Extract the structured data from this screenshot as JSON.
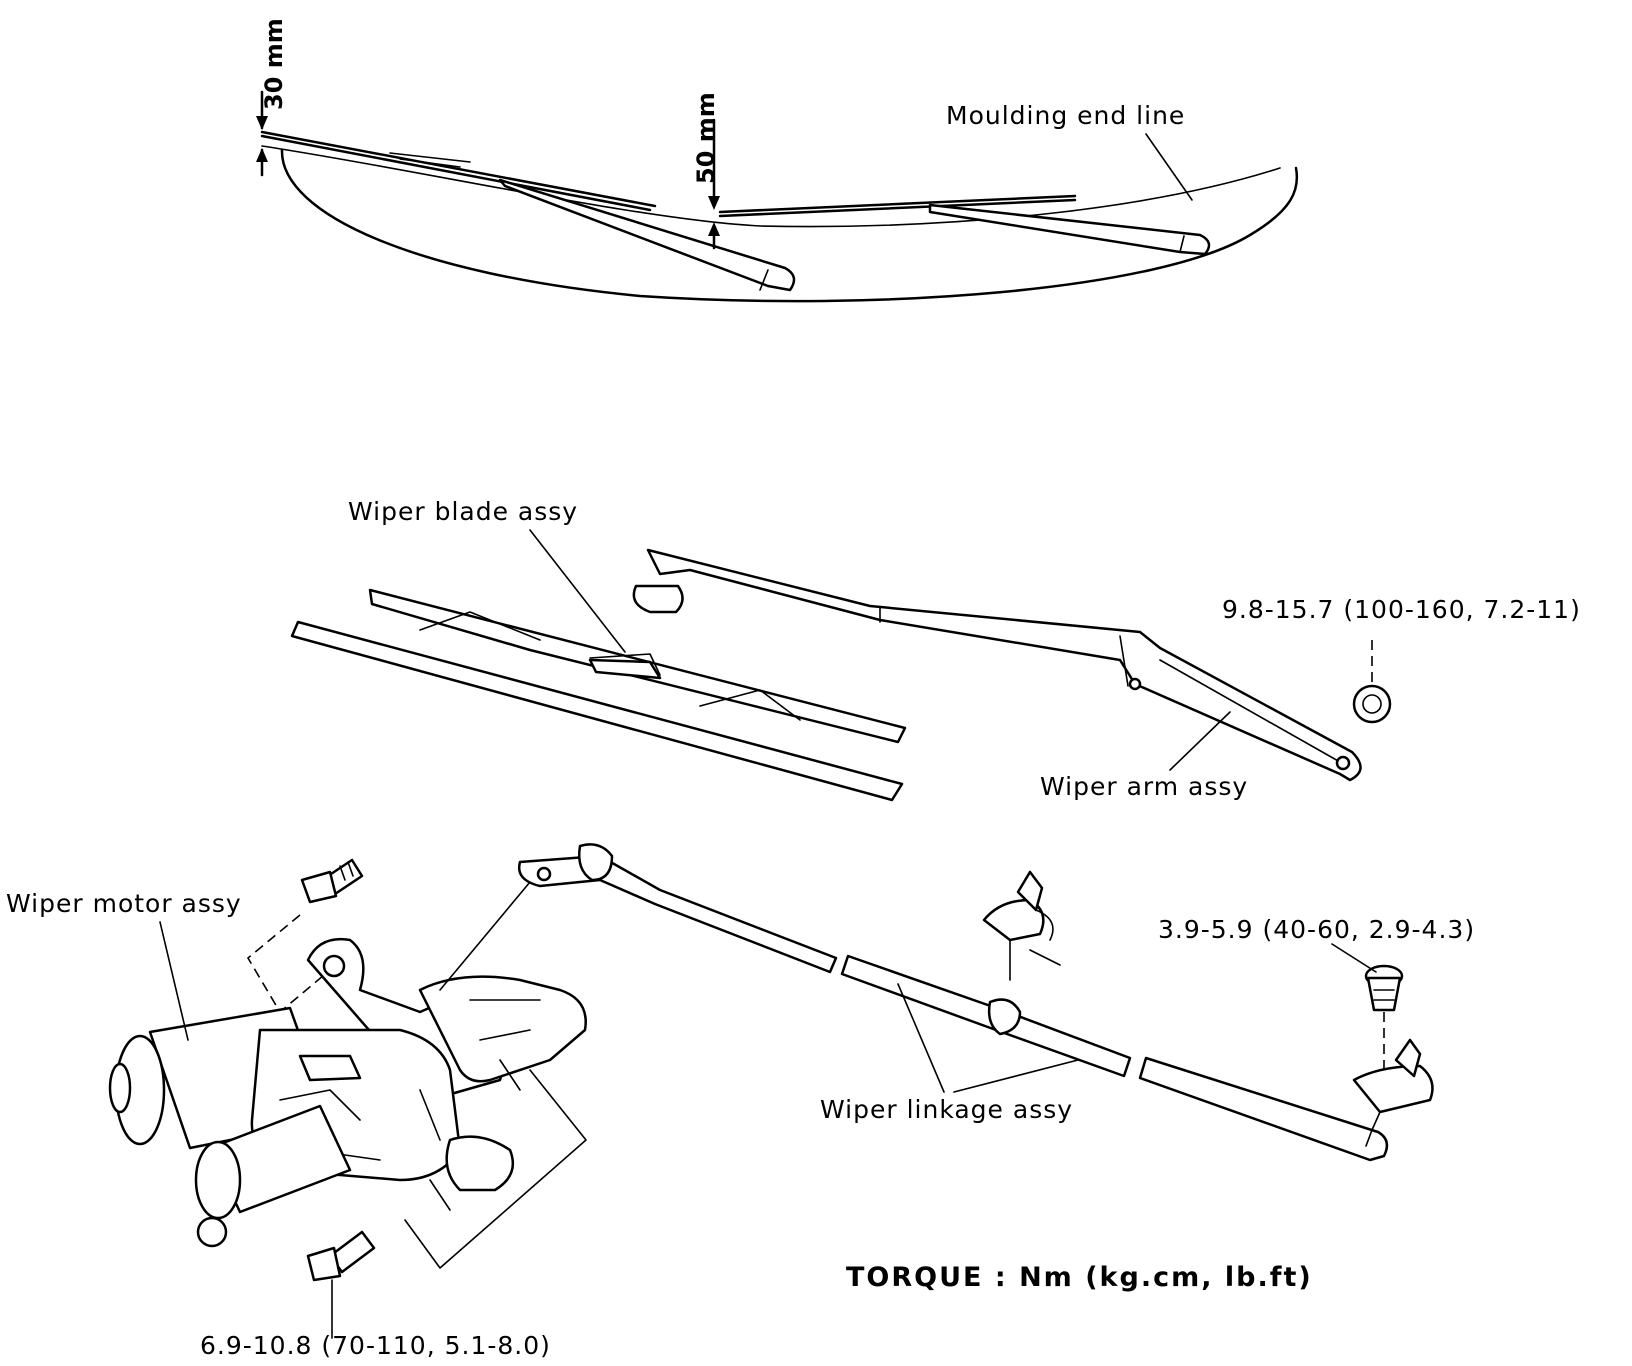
{
  "labels": {
    "dim_30": "30 mm",
    "dim_50": "50 mm",
    "moulding_end_line": "Moulding end line",
    "wiper_blade_assy": "Wiper blade assy",
    "wiper_arm_assy": "Wiper arm assy",
    "torque_arm_nut": "9.8-15.7 (100-160, 7.2-11)",
    "wiper_motor_assy": "Wiper motor assy",
    "torque_pivot_bolt": "3.9-5.9 (40-60, 2.9-4.3)",
    "wiper_linkage_assy": "Wiper linkage assy",
    "torque_units": "TORQUE : Nm (kg.cm, lb.ft)",
    "torque_motor_bolt": "6.9-10.8 (70-110, 5.1-8.0)"
  }
}
